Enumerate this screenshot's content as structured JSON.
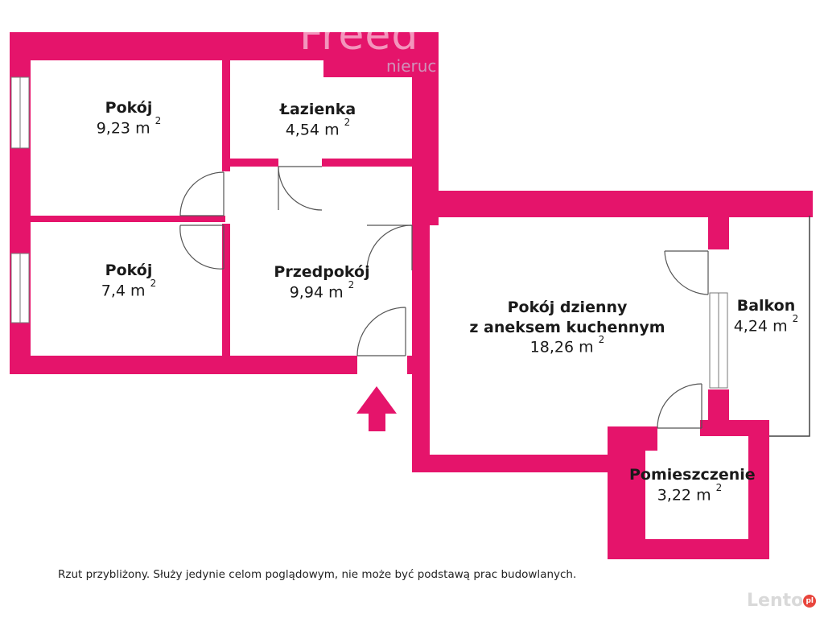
{
  "rooms": [
    {
      "name": "Pokój",
      "area": "9,23 m",
      "unit_sup": "2"
    },
    {
      "name": "Łazienka",
      "area": "4,54 m",
      "unit_sup": "2"
    },
    {
      "name": "Pokój",
      "area": "7,4 m",
      "unit_sup": "2"
    },
    {
      "name": "Przedpokój",
      "area": "9,94 m",
      "unit_sup": "2"
    },
    {
      "name": "Pokój dzienny",
      "name2": "z aneksem kuchennym",
      "area": "18,26 m",
      "unit_sup": "2"
    },
    {
      "name": "Balkon",
      "area": "4,24 m",
      "unit_sup": "2"
    },
    {
      "name": "Pomieszczenie",
      "area": "3,22 m",
      "unit_sup": "2"
    }
  ],
  "note": "Rzut przybliżony. Służy jedynie celom poglądowym, nie może być podstawą prac budowlanych.",
  "watermark": {
    "main": "Freed",
    "sub": "nieruc"
  },
  "branding": {
    "name": "Lento",
    "badge": "pl"
  },
  "colors": {
    "wall": "#E5146B",
    "line": "#555555",
    "background": "#FFFFFF"
  }
}
